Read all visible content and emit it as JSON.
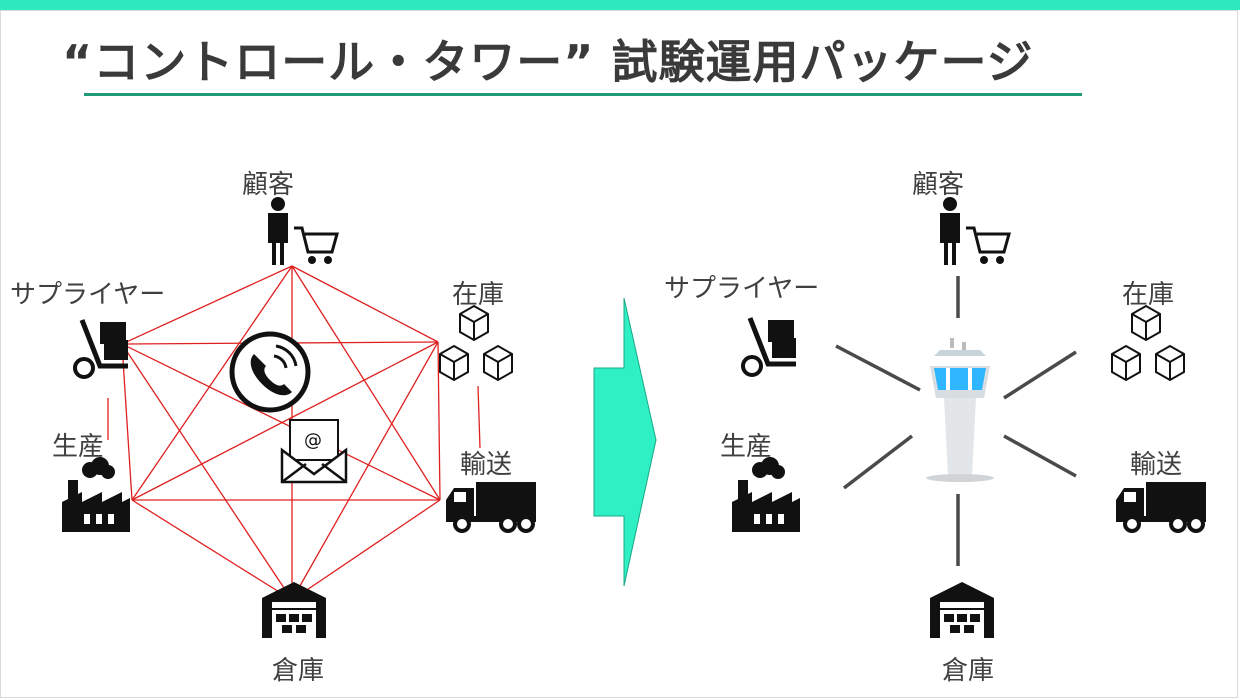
{
  "title": "“コントロール・タワー” 試験運用パッケージ",
  "colors": {
    "accent": "#2ee8bf",
    "title_rule": "#1e9a78",
    "mesh_line": "#e02020",
    "hub_line": "#4a4a4a",
    "icon": "#111111",
    "arrow": "#2ef0c4"
  },
  "before": {
    "nodes": {
      "customer": "顧客",
      "supplier": "サプライヤー",
      "inventory": "在庫",
      "production": "生産",
      "transport": "輸送",
      "warehouse": "倉庫"
    },
    "channel_icons": [
      "phone-icon",
      "email-icon"
    ]
  },
  "after": {
    "nodes": {
      "customer": "顧客",
      "supplier": "サプライヤー",
      "inventory": "在庫",
      "production": "生産",
      "transport": "輸送",
      "warehouse": "倉庫"
    },
    "hub_icon": "control-tower-icon"
  },
  "transition_icon": "arrow-right-icon"
}
